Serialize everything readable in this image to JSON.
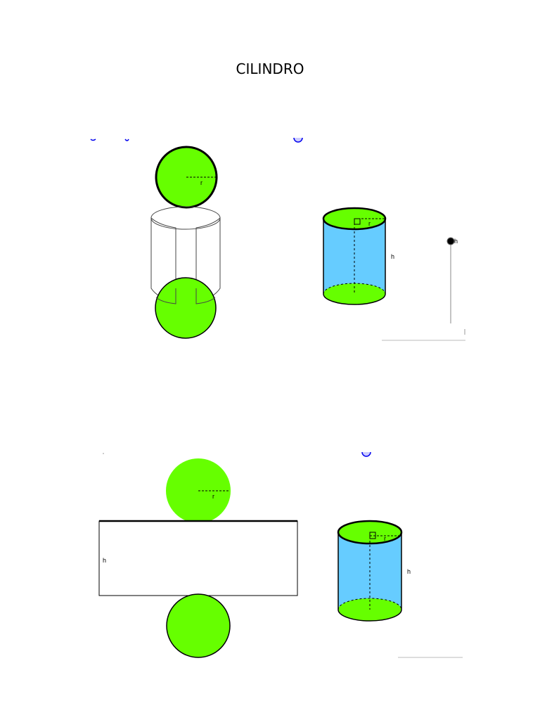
{
  "title": "CILINDRO",
  "labels": {
    "radius": "r",
    "height": "h"
  },
  "colors": {
    "base_fill": "#66ff00",
    "lateral_fill": "#66ccff",
    "stroke": "#000000",
    "accent": "#0000ee"
  }
}
